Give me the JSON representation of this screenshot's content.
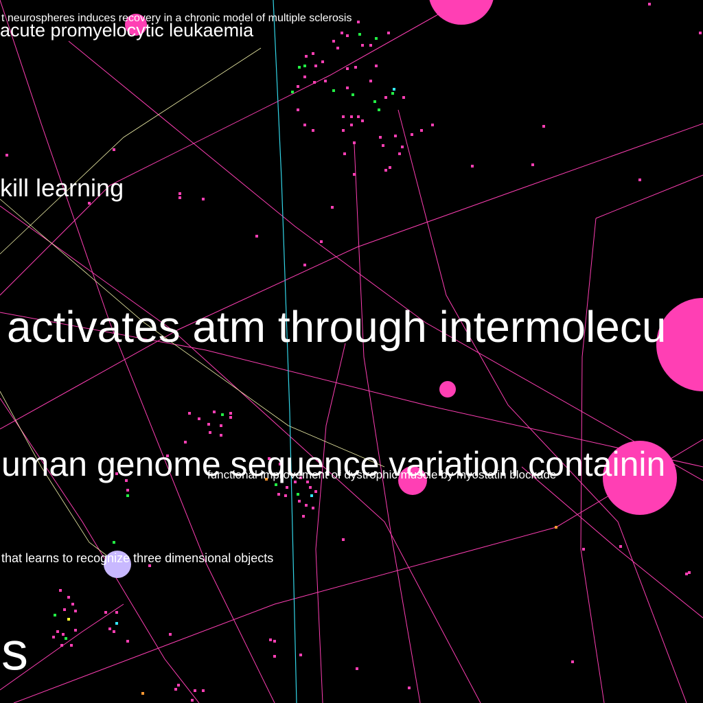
{
  "colors": {
    "background": "#000000",
    "topic_node": "#ff3fb4",
    "topic_edge": "#ff3fb4",
    "highlight_edge": "#33d6e8",
    "pale_edge": "#f0f0a8",
    "lavender_node": "#c8b8ff",
    "green_dot": "#22ee44",
    "orange_dot": "#ff9933",
    "cyan_dot": "#33e8ff",
    "yellow_dot": "#ffff33",
    "label": "#ffffff"
  },
  "labels": [
    {
      "id": "neurospheres",
      "text": "t neurospheres induces recovery in a chronic model of multiple sclerosis"
    },
    {
      "id": "leukaemia",
      "text": "acute promyelocytic leukaemia"
    },
    {
      "id": "skill",
      "text": "kill learning"
    },
    {
      "id": "atm",
      "text": "activates atm through intermolecu"
    },
    {
      "id": "genome",
      "text": "uman genome sequence variation containin"
    },
    {
      "id": "myostatin",
      "text": "functional improvement of dystrophic muscle by myostatin blockade"
    },
    {
      "id": "objects",
      "text": "that learns to recognize three dimensional objects"
    },
    {
      "id": "s",
      "text": "s"
    }
  ]
}
